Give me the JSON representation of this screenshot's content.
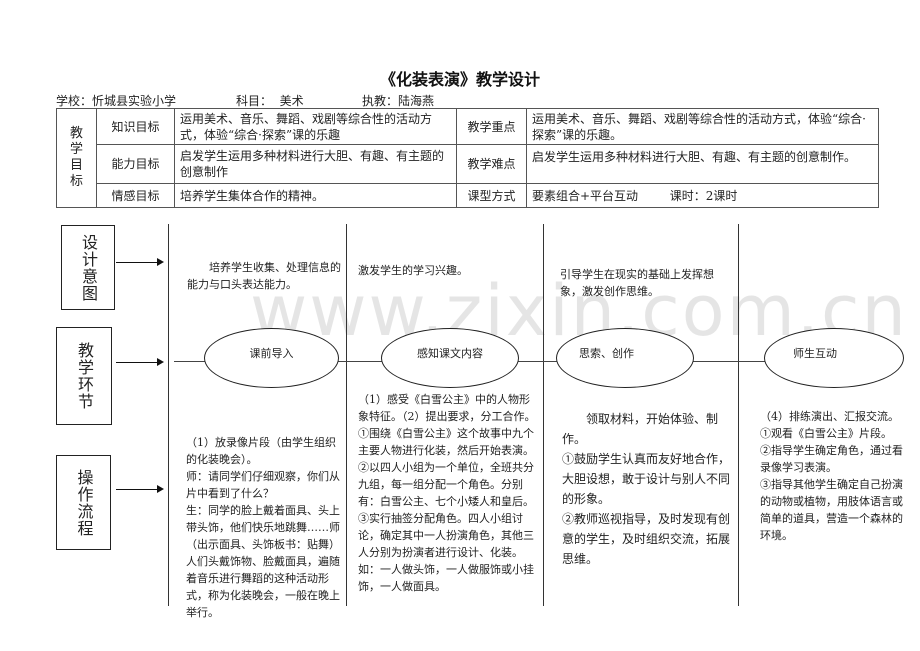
{
  "document": {
    "title": "《化装表演》教学设计",
    "meta": {
      "school_label": "学校：",
      "school": "忻城县实验小学",
      "subject_label": "科目：",
      "subject": "美术",
      "teacher_label": "执教：",
      "teacher": "陆海燕"
    }
  },
  "goals_table": {
    "group_label": "教学目标",
    "rows": [
      {
        "label": "知识目标",
        "content": "运用美术、音乐、舞蹈、戏剧等综合性的活动方式，体验“综合·探索”课的乐趣",
        "right_label": "教学重点",
        "right_content": "运用美术、音乐、舞蹈、戏剧等综合性的活动方式，体验“综合·探索”课的乐趣。"
      },
      {
        "label": "能力目标",
        "content": "启发学生运用多种材料进行大胆、有趣、有主题的创意制作",
        "right_label": "教学难点",
        "right_content": "启发学生运用多种材料进行大胆、有趣、有主题的创意制作。"
      },
      {
        "label": "情感目标",
        "content": "培养学生集体合作的精神。",
        "right_label": "课型方式",
        "right_content": "要素组合+平台互动",
        "lesson_hours": "课时：2课时"
      }
    ]
  },
  "flow": {
    "side_boxes": [
      {
        "label": "设计意图"
      },
      {
        "label": "教学环节"
      },
      {
        "label": "操作流程"
      }
    ],
    "intents": [
      "培养学生收集、处理信息的能力与口头表达能力。",
      "激发学生的学习兴趣。",
      "引导学生在现实的基础上发挥想象，激发创作思维。"
    ],
    "stages": [
      "课前导入",
      "感知课文内容",
      "思索、创作",
      "师生互动"
    ],
    "procedures": {
      "col1": [
        "（1）放录像片段（由学生组织的化装晚会）。",
        "师：请同学们仔细观察，你们从片中看到了什么？",
        "生：同学的脸上戴着面具、头上带头饰，他们快乐地跳舞……师（出示面具、头饰板书：贴舞）人们头戴饰物、脸戴面具，遍随着音乐进行舞蹈的这种活动形式，称为化装晚会，一般在晚上举行。"
      ],
      "col2": [
        "（1）感受《白雪公主》中的人物形象特征。（2）提出要求，分工合作。①围绕《白雪公主》这个故事中九个主要人物进行化装，然后开始表演。②以四人小组为一个单位，全班共分九组，每一组分配一个角色。分别有：白雪公主、七个小矮人和皇后。",
        "③实行抽签分配角色。四人小组讨论，确定其中一人扮演角色，其他三人分别为扮演者进行设计、化装。",
        "如：一人做头饰，一人做服饰或小挂饰，一人做面具。"
      ],
      "col3": [
        "领取材料，开始体验、制作。",
        "①鼓励学生认真而友好地合作，大胆设想，敢于设计与别人不同的形象。",
        "②教师巡视指导，及时发现有创意的学生，及时组织交流，拓展思维。"
      ],
      "col4": [
        "（4）排练演出、汇报交流。",
        "①观看《白雪公主》片段。",
        "②指导学生确定角色，通过看录像学习表演。",
        "③指导其他学生确定自己扮演的动物或植物，用肢体语言或简单的道具，营造一个森林的环境。"
      ]
    }
  },
  "watermark": "www.zixin.com.cn"
}
